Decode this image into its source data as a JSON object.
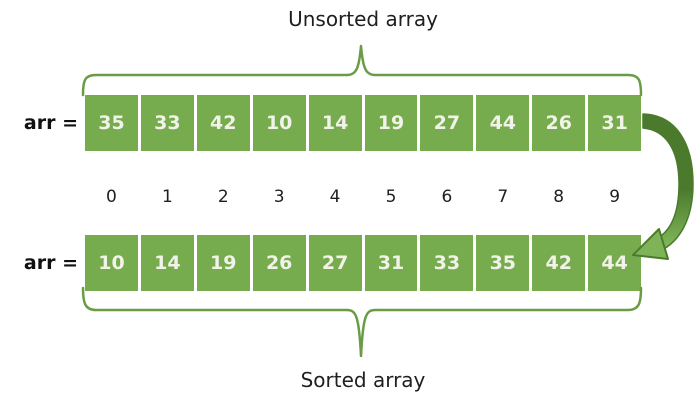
{
  "titles": {
    "top": "Unsorted array",
    "bottom": "Sorted array"
  },
  "labels": {
    "arr": "arr ="
  },
  "arrays": {
    "unsorted": [
      35,
      33,
      42,
      10,
      14,
      19,
      27,
      44,
      26,
      31
    ],
    "indices": [
      0,
      1,
      2,
      3,
      4,
      5,
      6,
      7,
      8,
      9
    ],
    "sorted": [
      10,
      14,
      19,
      26,
      27,
      31,
      33,
      35,
      42,
      44
    ]
  },
  "icons": {
    "arrow": "curved-arrow-icon",
    "top_brace": "curly-brace-down-icon",
    "bottom_brace": "curly-brace-up-icon"
  },
  "colors": {
    "background": "#ffffff",
    "cell_fill": "#76ab4e",
    "cell_text": "#f1f2e8",
    "brace": "#699c45",
    "arrow_dark": "#4b7a2d",
    "arrow_light": "#7eb457",
    "text": "#1f1f1f"
  }
}
